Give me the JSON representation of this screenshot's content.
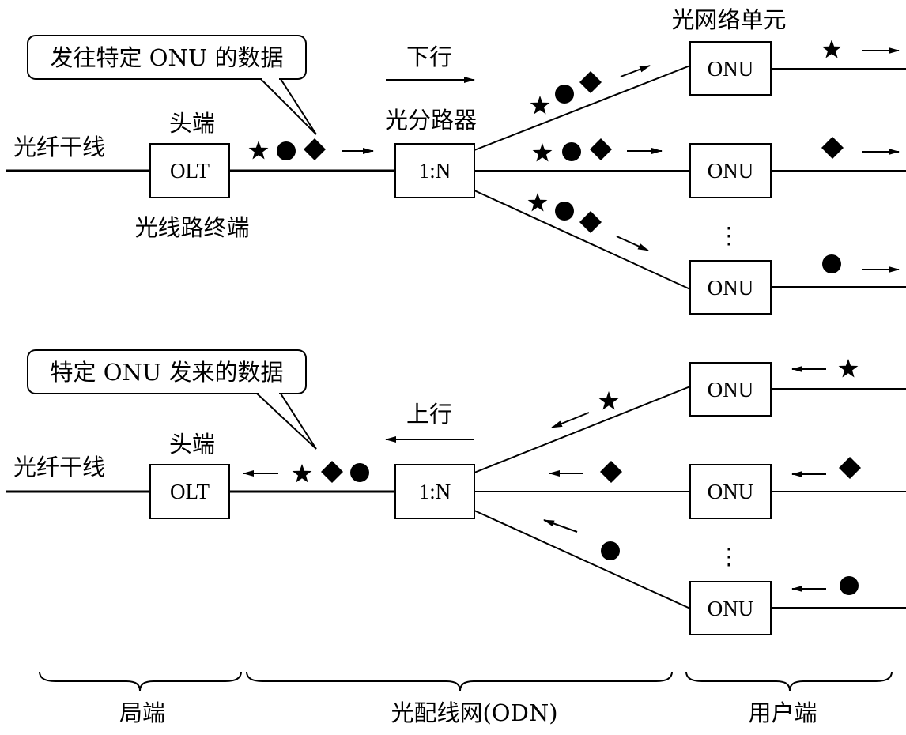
{
  "downstream": {
    "callout": "发往特定 ONU 的数据",
    "direction": "下行",
    "trunk": "光纤干线",
    "head_end": "头端",
    "olt": "OLT",
    "olt_name": "光线路终端",
    "splitter_name": "光分路器",
    "splitter": "1:N",
    "onu_name": "光网络单元",
    "onus": [
      "ONU",
      "ONU",
      "ONU"
    ],
    "ellipsis": "⋮"
  },
  "upstream": {
    "callout": "特定 ONU 发来的数据",
    "direction": "上行",
    "trunk": "光纤干线",
    "head_end": "头端",
    "olt": "OLT",
    "splitter": "1:N",
    "onus": [
      "ONU",
      "ONU",
      "ONU"
    ],
    "ellipsis": "⋮"
  },
  "sections": [
    "局端",
    "光配线网(ODN)",
    "用户端"
  ]
}
